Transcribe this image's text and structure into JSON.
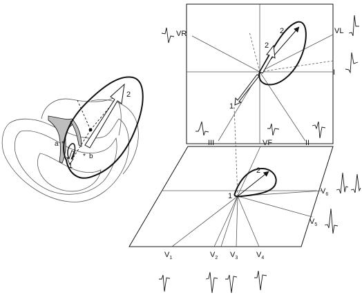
{
  "frontal_leads": {
    "vr": "VR",
    "vl": "VL",
    "i": "I",
    "iii": "III",
    "vf": "VF",
    "ii": "II"
  },
  "precordial_leads": {
    "v1": {
      "letter": "V",
      "sub": "1"
    },
    "v2": {
      "letter": "V",
      "sub": "2"
    },
    "v3": {
      "letter": "V",
      "sub": "3"
    },
    "v4": {
      "letter": "V",
      "sub": "4"
    },
    "v5": {
      "letter": "V",
      "sub": "5"
    },
    "v6": {
      "letter": "V",
      "sub": "6"
    }
  },
  "vector_labels": {
    "one": "1",
    "two": "2"
  },
  "heart_labels": {
    "a": "a",
    "b": "b",
    "star": "*"
  },
  "colors": {
    "ink": "#111111",
    "light": "#555555",
    "fill": "#bdbdbd",
    "paper": "#ffffff"
  }
}
